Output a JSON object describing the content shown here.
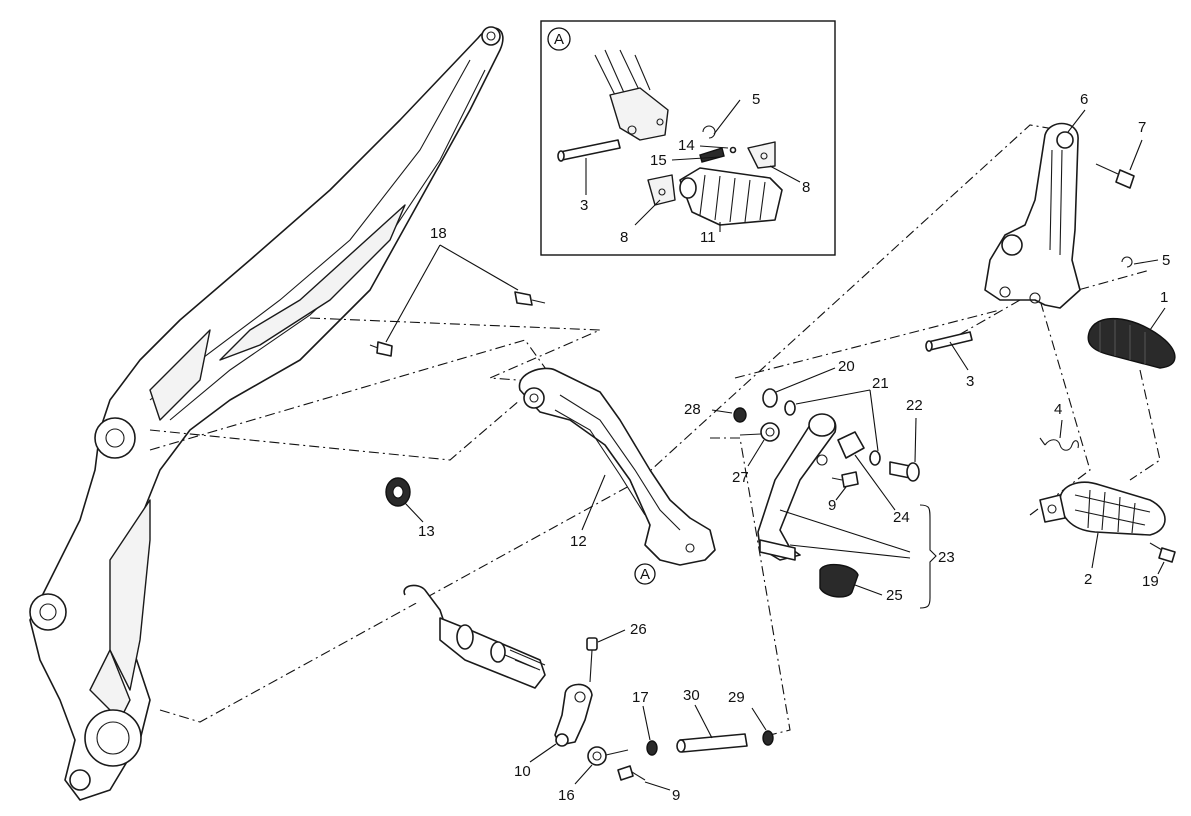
{
  "inset": {
    "marker": "A"
  },
  "detail_ref": "A",
  "callouts": {
    "p1": "1",
    "p2": "2",
    "p3a": "3",
    "p3b": "3",
    "p4": "4",
    "p5a": "5",
    "p5b": "5",
    "p6": "6",
    "p7": "7",
    "p8a": "8",
    "p8b": "8",
    "p9a": "9",
    "p9b": "9",
    "p10": "10",
    "p11": "11",
    "p12": "12",
    "p13": "13",
    "p14": "14",
    "p15": "15",
    "p16": "16",
    "p17": "17",
    "p18": "18",
    "p19": "19",
    "p20": "20",
    "p21": "21",
    "p22": "22",
    "p23": "23",
    "p24": "24",
    "p25": "25",
    "p26": "26",
    "p27": "27",
    "p28": "28",
    "p29": "29",
    "p30": "30"
  }
}
